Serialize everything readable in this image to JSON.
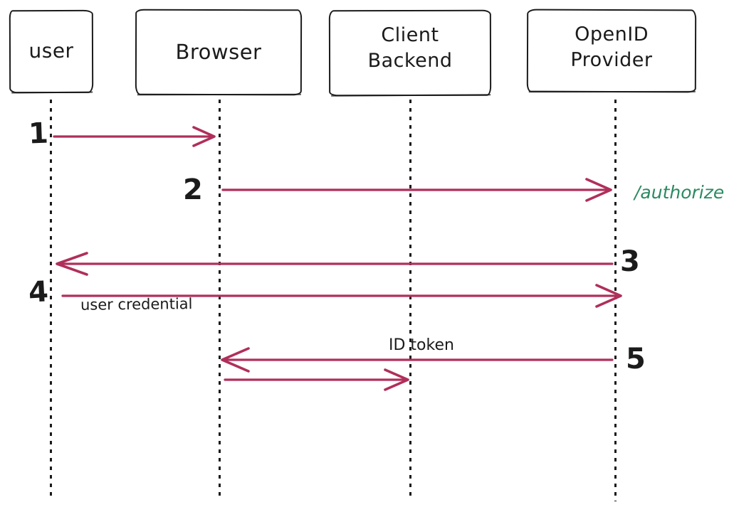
{
  "actors": [
    {
      "id": "user",
      "label": "user"
    },
    {
      "id": "browser",
      "label": "Browser"
    },
    {
      "id": "client-backend",
      "label": "Client Backend"
    },
    {
      "id": "openid-provider",
      "label": "OpenID Provider"
    }
  ],
  "messages": [
    {
      "number": "1",
      "from": "user",
      "to": "Browser",
      "label": ""
    },
    {
      "number": "2",
      "from": "Browser",
      "to": "OpenID Provider",
      "label": "/authorize"
    },
    {
      "number": "3",
      "from": "OpenID Provider",
      "to": "user",
      "label": ""
    },
    {
      "number": "4",
      "from": "user",
      "to": "OpenID Provider",
      "label": "user credential"
    },
    {
      "number": "5",
      "from": "OpenID Provider",
      "to": "Browser",
      "label": "ID token"
    },
    {
      "number": "",
      "from": "Browser",
      "to": "Client Backend",
      "label": ""
    }
  ],
  "colors": {
    "ink": "#1b1b1b",
    "arrow": "#b02f5a",
    "endpoint_label": "#2b8a62"
  }
}
